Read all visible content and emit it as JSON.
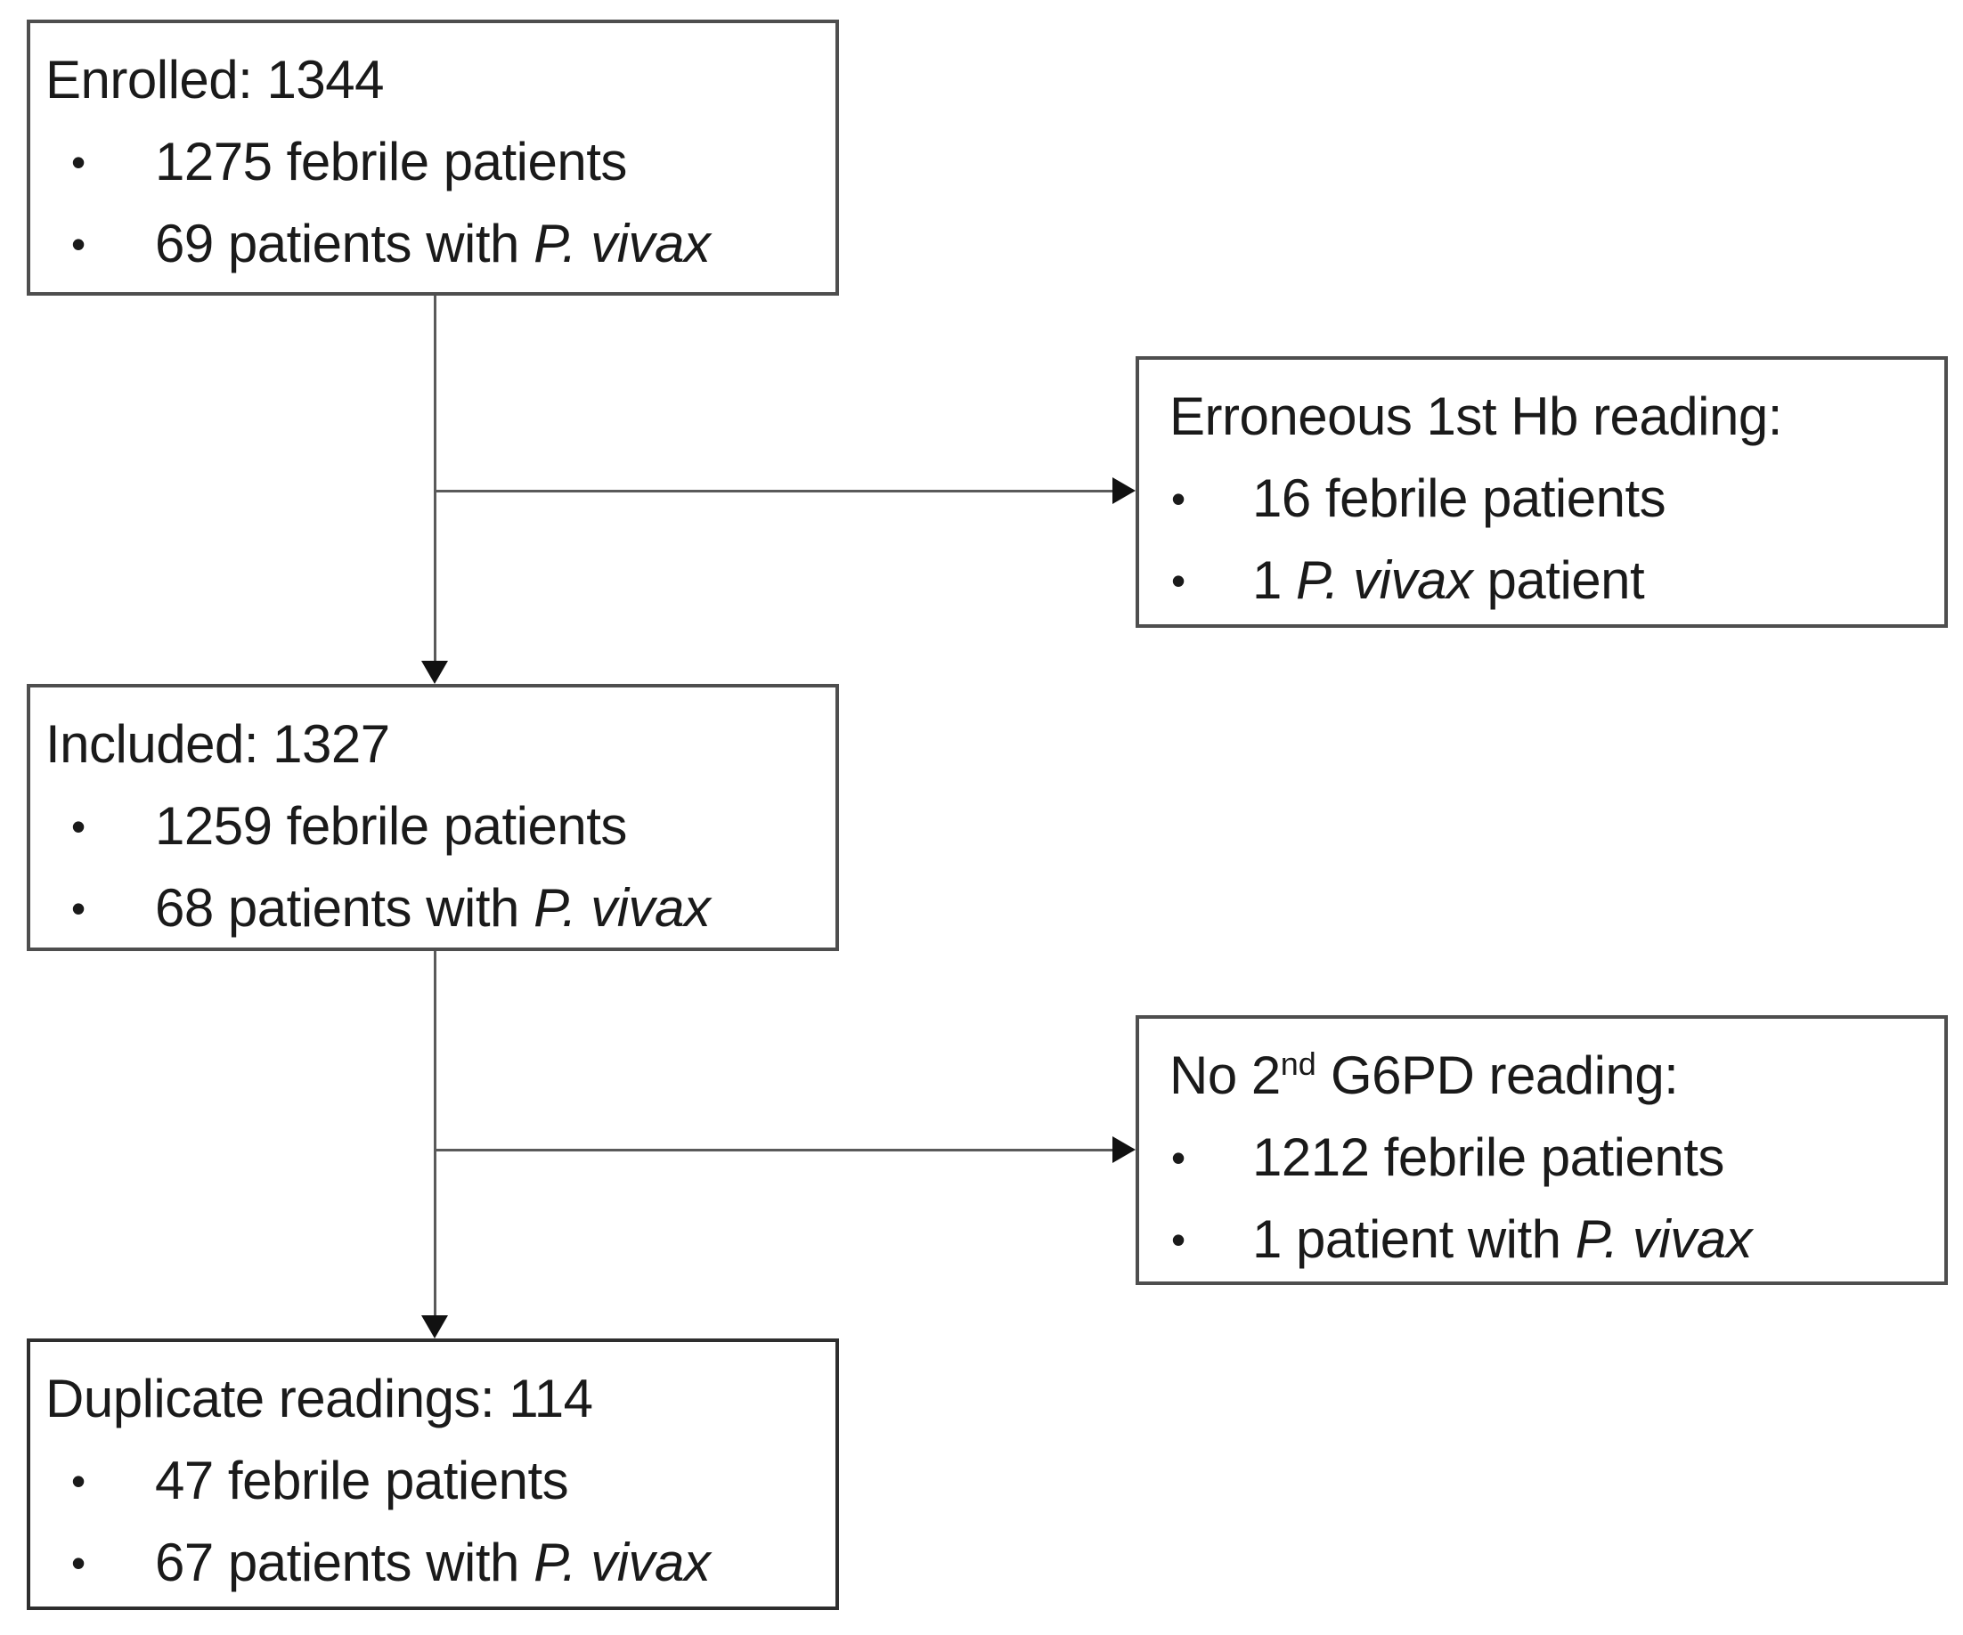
{
  "style": {
    "background": "#ffffff",
    "text": "#1a1a1a",
    "box_border": "#4e4e4e",
    "box_border_dark": "#2e2e2e",
    "connector": "#5a5a5a",
    "arrow": "#111111"
  },
  "bullet_char": "•",
  "boxes": [
    {
      "name": "enrolled",
      "title": {
        "pre": "Enrolled: 1344",
        "sup": "",
        "post": ""
      },
      "bullets": [
        {
          "pre": "1275 febrile patients",
          "italic": "",
          "post": ""
        },
        {
          "pre": "69 patients with ",
          "italic": "P. vivax",
          "post": ""
        }
      ]
    },
    {
      "name": "erroneous-first-hb-reading",
      "title": {
        "pre": "Erroneous 1st Hb reading:",
        "sup": "",
        "post": ""
      },
      "bullets": [
        {
          "pre": "16 febrile patients",
          "italic": "",
          "post": ""
        },
        {
          "pre": "1 ",
          "italic": "P. vivax",
          "post": " patient"
        }
      ]
    },
    {
      "name": "included",
      "title": {
        "pre": "Included: 1327",
        "sup": "",
        "post": ""
      },
      "bullets": [
        {
          "pre": "1259 febrile patients",
          "italic": "",
          "post": ""
        },
        {
          "pre": "68 patients with ",
          "italic": "P. vivax",
          "post": ""
        }
      ]
    },
    {
      "name": "no-second-g6pd-reading",
      "title": {
        "pre": "No 2",
        "sup": "nd",
        "post": " G6PD reading:"
      },
      "bullets": [
        {
          "pre": "1212 febrile patients",
          "italic": "",
          "post": ""
        },
        {
          "pre": "1 patient with ",
          "italic": "P. vivax",
          "post": ""
        }
      ]
    },
    {
      "name": "duplicate-readings",
      "title": {
        "pre": "Duplicate readings: 114",
        "sup": "",
        "post": ""
      },
      "bullets": [
        {
          "pre": "47 febrile patients",
          "italic": "",
          "post": ""
        },
        {
          "pre": "67 patients with ",
          "italic": "P. vivax",
          "post": ""
        }
      ]
    }
  ]
}
